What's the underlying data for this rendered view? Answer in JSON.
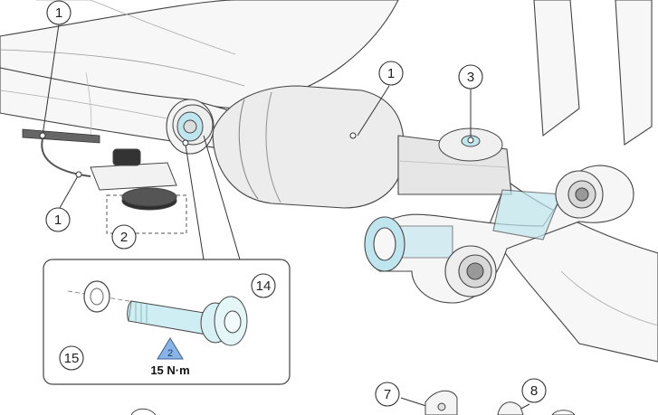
{
  "callouts": {
    "c1_top": "1",
    "c1_shock": "1",
    "c1_left": "1",
    "c2": "2",
    "c3": "3",
    "c14": "14",
    "c15": "15",
    "c7": "7",
    "c8": "8"
  },
  "detail": {
    "step_number": "2",
    "torque": "15 N·m"
  },
  "colors": {
    "line": "#444444",
    "frame_fill": "#f7f7f7",
    "shock_fill": "#ececec",
    "link_accent": "#bfe6ee",
    "warning_fill": "#8ab4e6",
    "callout_fill": "#ffffff"
  }
}
